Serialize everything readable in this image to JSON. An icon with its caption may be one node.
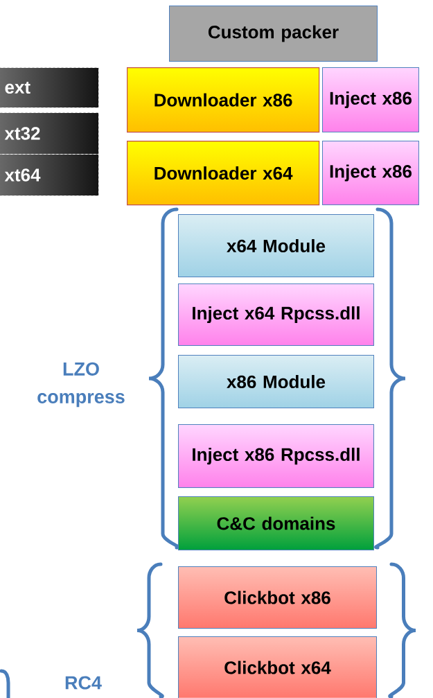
{
  "diagram": {
    "nodes": [
      {
        "text": [
          "Custom packer"
        ]
      },
      {
        "text": [
          "ext"
        ]
      },
      {
        "text": [
          "Downloader x86"
        ]
      },
      {
        "text": [
          "Inject x86"
        ]
      },
      {
        "text": [
          "xt32"
        ]
      },
      {
        "text": [
          "Downloader x64"
        ]
      },
      {
        "text": [
          "Inject x86"
        ]
      },
      {
        "text": [
          "xt64"
        ]
      },
      {
        "text": [
          "x64 Module"
        ]
      },
      {
        "text": [
          "Inject x64 Rpcss.dll"
        ]
      },
      {
        "text": [
          "x86 Module"
        ]
      },
      {
        "text": [
          "Inject x86 Rpcss.dll"
        ]
      },
      {
        "text": [
          "C&C domains"
        ]
      },
      {
        "text": [
          "Clickbot x86"
        ]
      },
      {
        "text": [
          "Clickbot x64"
        ]
      }
    ],
    "labels": [
      "LZO compress",
      "RC4"
    ]
  }
}
